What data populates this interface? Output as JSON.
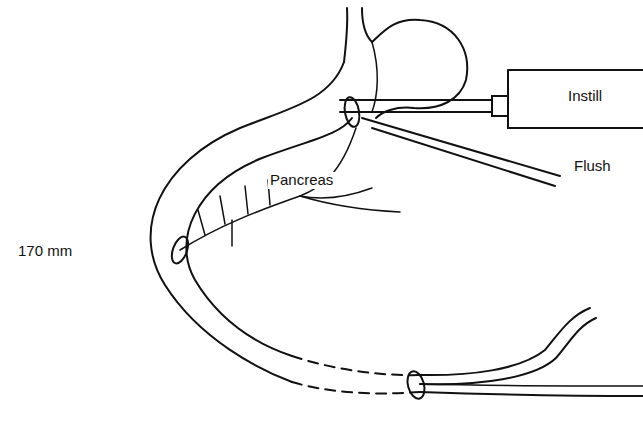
{
  "diagram": {
    "labels": [
      "Instill",
      "Flush",
      "Pancreas",
      "170 mm"
    ]
  }
}
